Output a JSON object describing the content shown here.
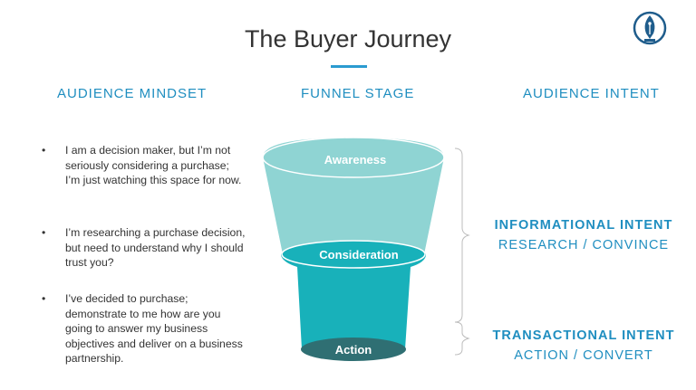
{
  "title": "The Buyer Journey",
  "headers": {
    "mindset": "AUDIENCE MINDSET",
    "stage": "FUNNEL STAGE",
    "intent": "AUDIENCE INTENT"
  },
  "bullet_char": "•",
  "mindset_bullets": [
    "I am a decision maker, but I’m not\nseriously considering a purchase;\nI’m just watching this space for now.",
    "I’m researching a purchase decision,\nbut need to understand why I should\ntrust you?",
    "I’ve decided to purchase;\ndemonstrate to me how are you\ngoing to answer my business\nobjectives and deliver on a business\npartnership."
  ],
  "funnel_stages": [
    "Awareness",
    "Consideration",
    "Action"
  ],
  "intents": [
    {
      "title": "INFORMATIONAL INTENT",
      "subtitle": "RESEARCH / CONVINCE"
    },
    {
      "title": "TRANSACTIONAL INTENT",
      "subtitle": "ACTION / CONVERT"
    }
  ],
  "colors": {
    "accent": "#1f8ec0",
    "funnel_top": "#8fd4d3",
    "funnel_middle": "#18b1ba",
    "funnel_bottom": "#2f6f73",
    "logo": "#1f5d8c"
  },
  "icons": {
    "logo": "fountain-pen-nib-logo-icon"
  }
}
